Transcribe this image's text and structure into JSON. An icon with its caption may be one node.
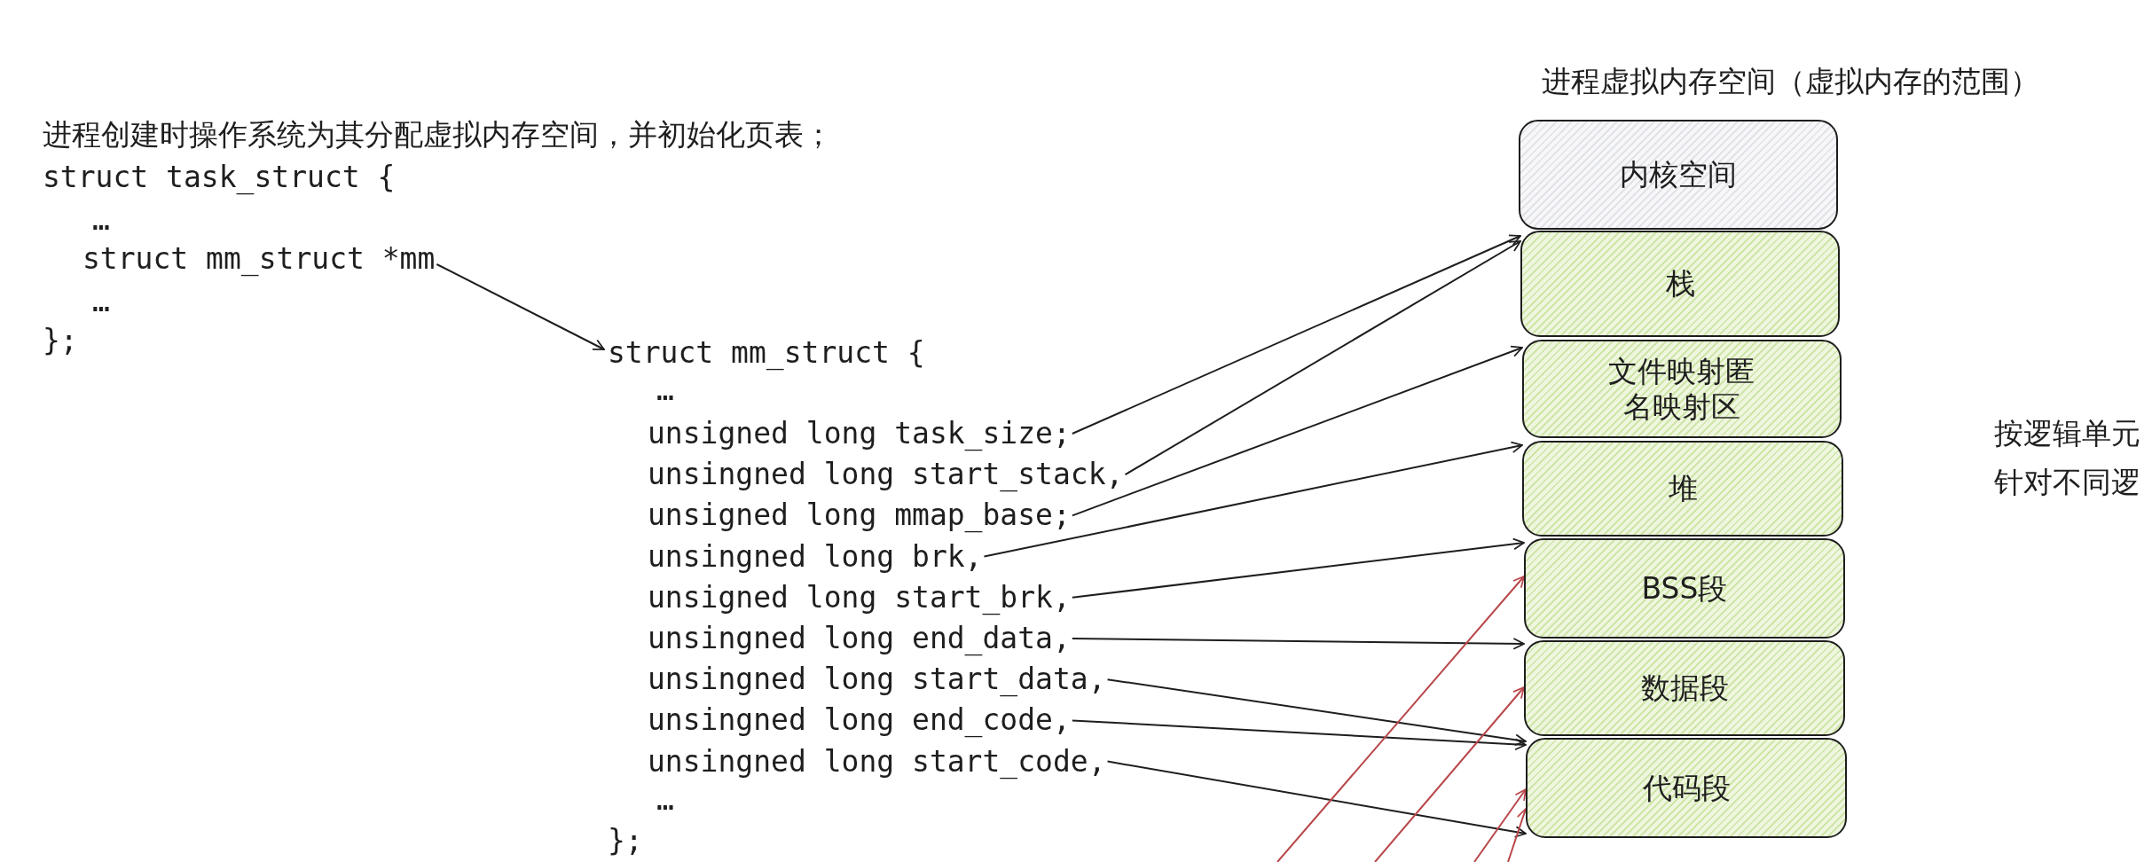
{
  "diagram": {
    "nodes": [
      {
        "text": [
          "struct mm_struct *mm"
        ]
      },
      {
        "text": [
          "struct mm_struct {"
        ]
      },
      {
        "text": [
          "unsigned long task_size;"
        ]
      },
      {
        "text": [
          "unsingned long start_stack,"
        ]
      },
      {
        "text": [
          "unsigned long mmap_base;"
        ]
      },
      {
        "text": [
          "unsingned long brk,"
        ]
      },
      {
        "text": [
          "unsigned long start_brk,"
        ]
      },
      {
        "text": [
          "unsingned long end_data,"
        ]
      },
      {
        "text": [
          "unsingned long start_data,"
        ]
      },
      {
        "text": [
          "unsingned long end_code,"
        ]
      },
      {
        "text": [
          "unsingned long start_code,"
        ]
      },
      {
        "text": [
          "内核空间"
        ]
      },
      {
        "text": [
          "栈"
        ]
      },
      {
        "text": [
          "文件映射匿名映射区"
        ]
      },
      {
        "text": [
          "堆"
        ]
      },
      {
        "text": [
          "BSS段"
        ]
      },
      {
        "text": [
          "数据段"
        ]
      },
      {
        "text": [
          "代码段"
        ]
      }
    ],
    "edges": [
      {
        "from": 0,
        "to": 1,
        "arrow": "to"
      },
      {
        "from": 2,
        "to": 12,
        "arrow": "to"
      },
      {
        "from": 3,
        "to": 12,
        "arrow": "to"
      },
      {
        "from": 4,
        "to": 13,
        "arrow": "to"
      },
      {
        "from": 5,
        "to": 14,
        "arrow": "to"
      },
      {
        "from": 6,
        "to": 15,
        "arrow": "to"
      },
      {
        "from": 7,
        "to": 16,
        "arrow": "to"
      },
      {
        "from": 8,
        "to": 17,
        "arrow": "to"
      },
      {
        "from": 9,
        "to": 17,
        "arrow": "to"
      },
      {
        "from": 10,
        "to": 17,
        "arrow": "to"
      },
      {
        "from": null,
        "to": 15,
        "arrow": "to",
        "color": "#b9474a"
      },
      {
        "from": null,
        "to": 16,
        "arrow": "to",
        "color": "#b9474a"
      },
      {
        "from": null,
        "to": 17,
        "arrow": "to",
        "color": "#b9474a"
      },
      {
        "from": null,
        "to": 17,
        "arrow": "to",
        "color": "#b9474a"
      }
    ],
    "labels": [
      "进程创建时操作系统为其分配虚拟内存空间，并初始化页表；",
      "struct task_struct {",
      "…",
      "…",
      "};",
      "进程虚拟内存空间（虚拟内存的范围）",
      "…",
      "按逻辑单元",
      "针对不同逻",
      "…",
      "};"
    ]
  }
}
